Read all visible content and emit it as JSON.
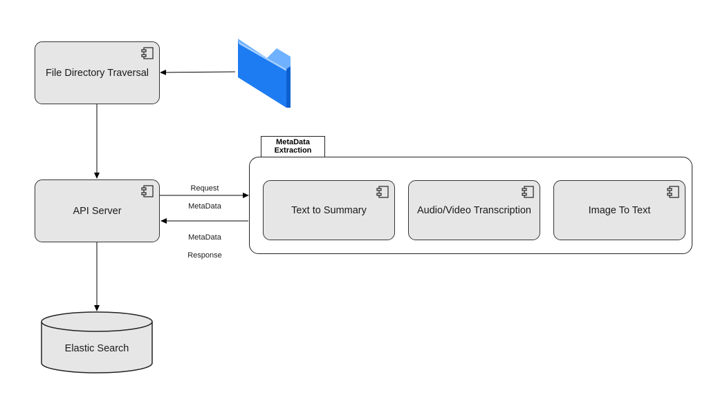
{
  "nodes": {
    "file_traversal": "File Directory Traversal",
    "api_server": "API Server",
    "elastic_search": "Elastic Search",
    "text_summary": "Text to Summary",
    "audio_video": "Audio/Video Transcription",
    "image_text": "Image To Text"
  },
  "group": {
    "title_line1": "MetaData",
    "title_line2": "Extraction"
  },
  "edges": {
    "request_line1": "Request",
    "request_line2": "MetaData",
    "response_line1": "MetaData",
    "response_line2": "Response"
  },
  "icons": {
    "folder": "folder-icon",
    "component": "component-icon"
  },
  "colors": {
    "box_fill": "#e6e6e6",
    "folder_blue": "#1e7cf2"
  }
}
